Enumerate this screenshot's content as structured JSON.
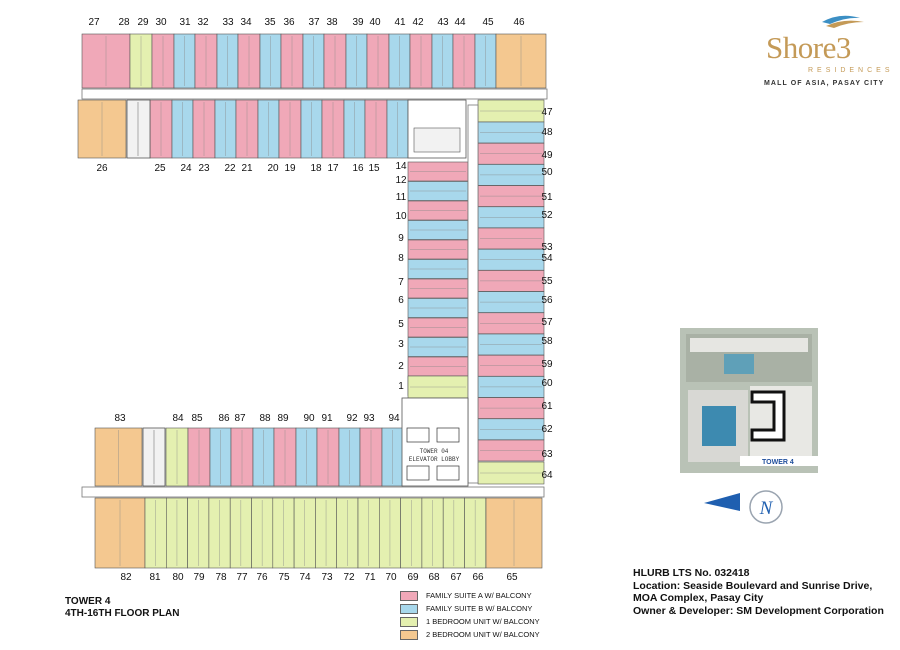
{
  "brand": {
    "name": "Shore",
    "number": "3",
    "sub": "RESIDENCES",
    "location": "MALL OF ASIA, PASAY CITY",
    "gold_color": "#c49a57",
    "blue_color": "#3c8fc4"
  },
  "plan": {
    "title_line1": "TOWER 4",
    "title_line2": "4TH-16TH FLOOR PLAN",
    "lobby_line1": "TOWER 04",
    "lobby_line2": "ELEVATOR LOBBY"
  },
  "legend": [
    {
      "label": "FAMILY SUITE A W/ BALCONY",
      "color": "#f0a8b8"
    },
    {
      "label": "FAMILY SUITE B W/ BALCONY",
      "color": "#a8d8ec"
    },
    {
      "label": "1 BEDROOM UNIT W/ BALCONY",
      "color": "#e4f0b0"
    },
    {
      "label": "2 BEDROOM UNIT W/ BALCONY",
      "color": "#f4c890"
    }
  ],
  "info": {
    "hlurb": "HLURB LTS No. 032418",
    "location": "Location: Seaside Boulevard and Sunrise Drive,",
    "complex": "MOA Complex, Pasay City",
    "developer": "Owner & Developer: SM Development Corporation"
  },
  "minimap": {
    "label": "TOWER 4"
  },
  "compass": {
    "label": "N"
  },
  "unit_numbers": {
    "top_row": [
      "27",
      "28",
      "29",
      "30",
      "31",
      "32",
      "33",
      "34",
      "35",
      "36",
      "37",
      "38",
      "39",
      "40",
      "41",
      "42",
      "43",
      "44",
      "45",
      "46"
    ],
    "upper_mid_row": [
      "26",
      "25",
      "24",
      "23",
      "22",
      "21",
      "20",
      "19",
      "18",
      "17",
      "16",
      "15"
    ],
    "right_col": [
      "47",
      "48",
      "49",
      "50",
      "51",
      "52",
      "53",
      "54",
      "55",
      "56",
      "57",
      "58",
      "59",
      "60",
      "61",
      "62",
      "63",
      "64"
    ],
    "left_col": [
      "14",
      "12",
      "11",
      "10",
      "9",
      "8",
      "7",
      "6",
      "5",
      "3",
      "2",
      "1"
    ],
    "lower_top_row": [
      "83",
      "84",
      "85",
      "86",
      "87",
      "88",
      "89",
      "90",
      "91",
      "92",
      "93",
      "94"
    ],
    "bottom_row": [
      "82",
      "81",
      "80",
      "79",
      "78",
      "77",
      "76",
      "75",
      "74",
      "73",
      "72",
      "71",
      "70",
      "69",
      "68",
      "67",
      "66",
      "65"
    ]
  }
}
